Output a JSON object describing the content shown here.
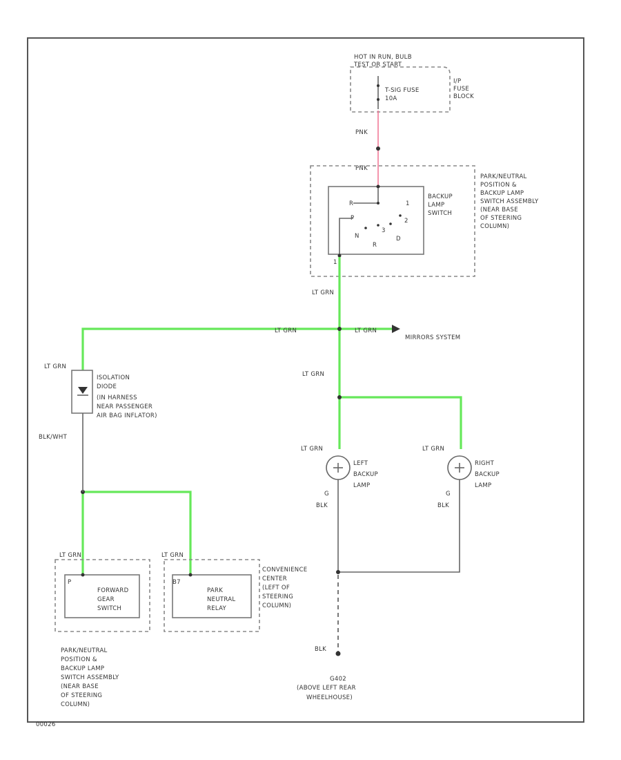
{
  "labels": {
    "hot_in_run": [
      "HOT IN RUN, BULB",
      "TEST OR START"
    ],
    "fuse": [
      "T-SIG FUSE",
      "10A"
    ],
    "ip_fuse_block": [
      "I/P",
      "FUSE",
      "BLOCK"
    ],
    "pnk_top": "PNK",
    "pnk_switch": "PNK",
    "pnbl_switch_title": [
      "PARK/NEUTRAL",
      "POSITION &",
      "BACKUP LAMP",
      "SWITCH ASSEMBLY",
      "(NEAR BASE",
      "OF STEERING",
      "COLUMN)"
    ],
    "backup_lamp_switch": [
      "BACKUP",
      "LAMP",
      "SWITCH"
    ],
    "switch_positions": [
      "R",
      "P",
      "N",
      "D",
      "1",
      "2",
      "3",
      "R"
    ],
    "switch_pin_bottom": "1",
    "lt_grn_vertical_1": "LT GRN",
    "lt_grn_bus_left": "LT GRN",
    "lt_grn_bus_right": "LT GRN",
    "mirrors_system": "MIRRORS SYSTEM",
    "lt_grn_vertical_2": "LT GRN",
    "lt_grn_diode_top": "LT GRN",
    "isolation_diode": [
      "ISOLATION",
      "DIODE",
      "(IN HARNESS",
      "NEAR PASSENGER",
      "AIR BAG INFLATOR)"
    ],
    "blk_wht": "BLK/WHT",
    "lt_grn_left_lamp": "LT GRN",
    "left_backup_lamp": [
      "LEFT",
      "BACKUP",
      "LAMP"
    ],
    "left_lamp_pin": "G",
    "left_lamp_blk": "BLK",
    "lt_grn_right_lamp": "LT GRN",
    "right_backup_lamp": [
      "RIGHT",
      "BACKUP",
      "LAMP"
    ],
    "right_lamp_pin": "G",
    "right_lamp_blk": "BLK",
    "lt_grn_forward": "LT GRN",
    "lt_grn_relay": "LT GRN",
    "pin_forward": "P",
    "pin_relay": "B7",
    "forward_gear_switch": [
      "FORWARD",
      "GEAR",
      "SWITCH"
    ],
    "park_neutral_relay": [
      "PARK",
      "NEUTRAL",
      "RELAY"
    ],
    "convenience_center": [
      "CONVENIENCE",
      "CENTER",
      "(LEFT OF",
      "STEERING",
      "COLUMN)"
    ],
    "pnbl_bottom_title": [
      "PARK/NEUTRAL",
      "POSITION &",
      "BACKUP LAMP",
      "SWITCH ASSEMBLY",
      "(NEAR BASE",
      "OF STEERING",
      "COLUMN)"
    ],
    "blk_ground": "BLK",
    "ground_label": [
      "G402",
      "(ABOVE LEFT REAR",
      "WHEELHOUSE)"
    ],
    "diagram_code": "00026"
  },
  "colors": {
    "lt_grn_wire": "#66e85a",
    "pnk_wire": "#f07090",
    "blk_wire": "#666666"
  }
}
